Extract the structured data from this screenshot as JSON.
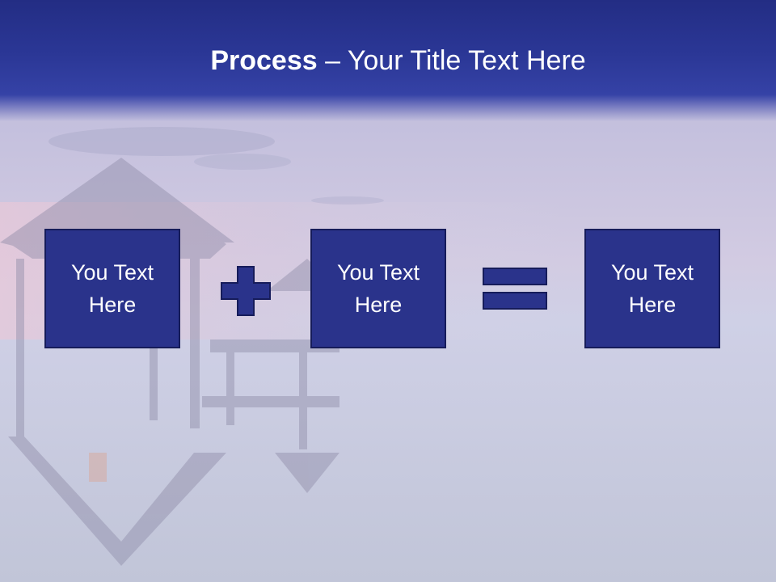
{
  "slide": {
    "title_strong": "Process",
    "title_rest": " – Your Title Text Here",
    "boxes": [
      {
        "text": "You Text Here"
      },
      {
        "text": "You Text Here"
      },
      {
        "text": "You Text Here"
      }
    ],
    "operators": [
      "plus-icon",
      "equals-icon"
    ],
    "colors": {
      "title_bar": "#2b3796",
      "box_fill": "#2a338b",
      "box_border": "#161c5a",
      "text": "#ffffff"
    }
  }
}
